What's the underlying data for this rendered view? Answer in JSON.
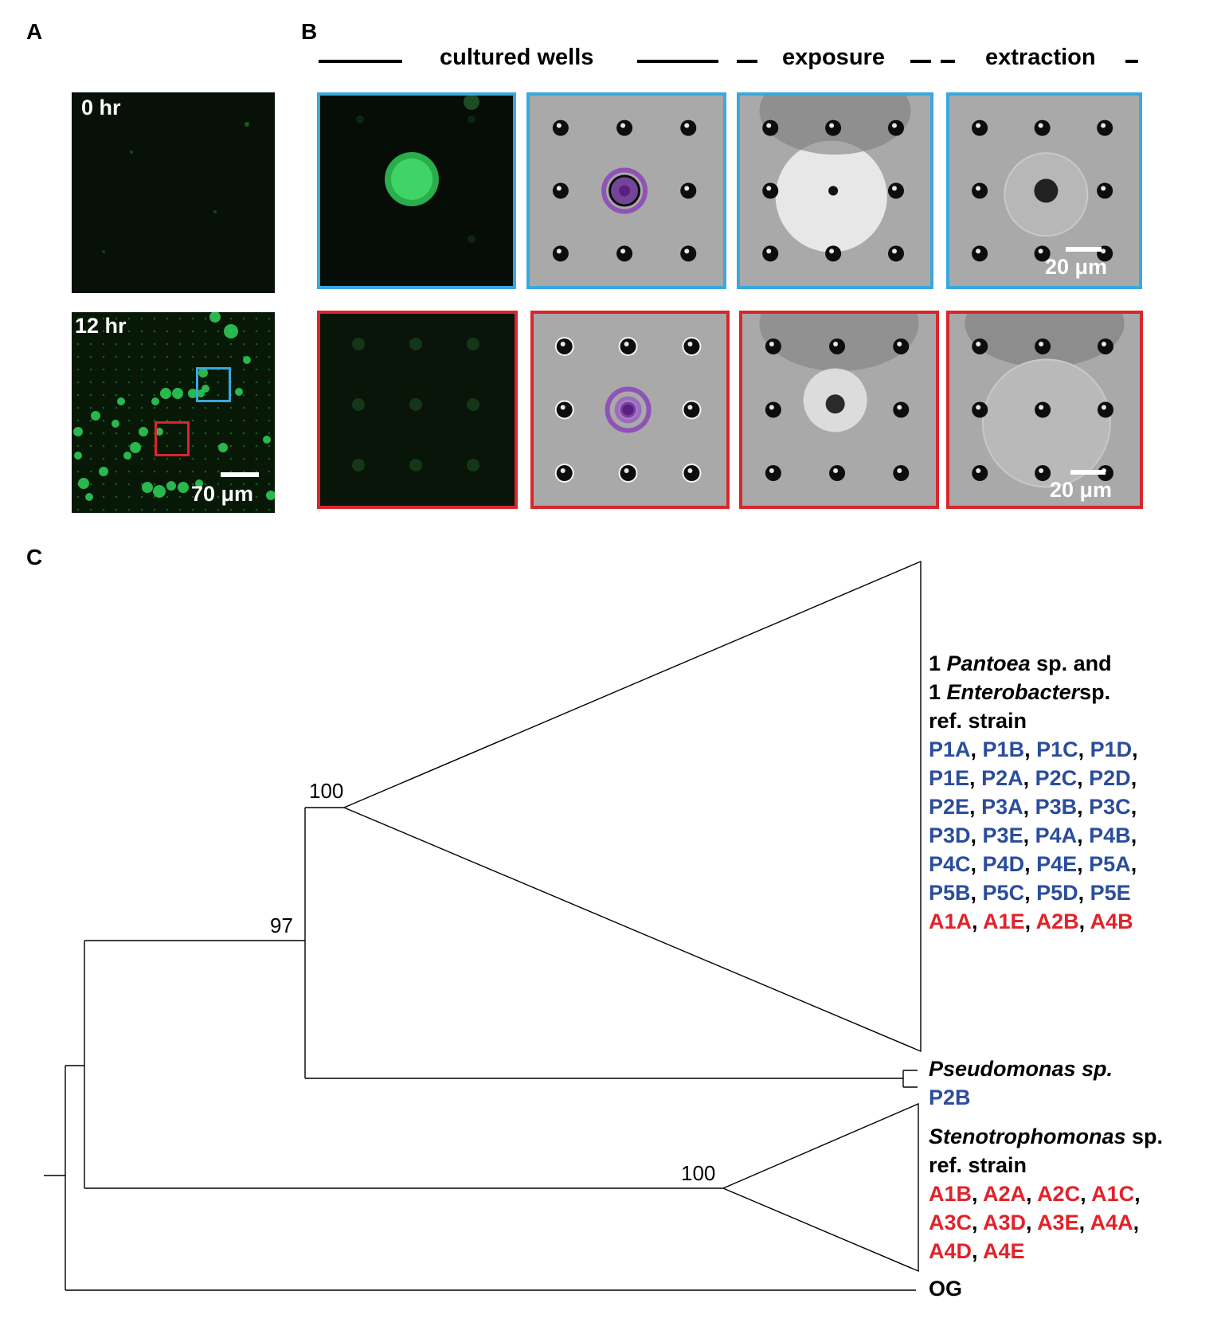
{
  "panels": {
    "a": "A",
    "b": "B",
    "c": "C"
  },
  "panel_a": {
    "top_time": "0 hr",
    "bottom_time": "12 hr",
    "scale_label": "70 μm"
  },
  "panel_b": {
    "header_cultured": "cultured wells",
    "header_exposure": "exposure",
    "header_extraction": "extraction",
    "scale_top": "20 μm",
    "scale_bottom": "20 μm"
  },
  "tree": {
    "bootstrap": [
      "100",
      "97",
      "100"
    ],
    "clade1_title": [
      "1",
      "Pantoea",
      "sp. and",
      "1",
      "Enterobacter",
      "sp.",
      "ref. strain"
    ],
    "clade1_blue_rows": [
      [
        "P1A",
        "P1B",
        "P1C",
        "P1D"
      ],
      [
        "P1E",
        "P2A",
        "P2C",
        "P2D"
      ],
      [
        "P2E",
        "P3A",
        "P3B",
        "P3C"
      ],
      [
        "P3D",
        "P3E",
        "P4A",
        "P4B"
      ],
      [
        "P4C",
        "P4D",
        "P4E",
        "P5A"
      ],
      [
        "P5B",
        "P5C",
        "P5D",
        "P5E"
      ]
    ],
    "clade1_red_row": [
      "A1A",
      "A1E",
      "A2B",
      "A4B"
    ],
    "pseudomonas": "Pseudomonas sp.",
    "p2b": "P2B",
    "clade2_title": [
      "Stenotrophomonas",
      "sp.",
      "ref. strain"
    ],
    "clade2_red_rows": [
      [
        "A1B",
        "A2A",
        "A2C",
        "A1C"
      ],
      [
        "A3C",
        "A3D",
        "A3E",
        "A4A"
      ],
      [
        "A4D",
        "A4E"
      ]
    ],
    "outgroup": "OG"
  },
  "colors": {
    "blue_box": "#3aa8dc",
    "red_box": "#d9262c",
    "blue_text": "#2b4d9b",
    "red_text": "#e0232a",
    "fluorescence": "#2fd35a",
    "purple_marker": "#8b44b8"
  }
}
